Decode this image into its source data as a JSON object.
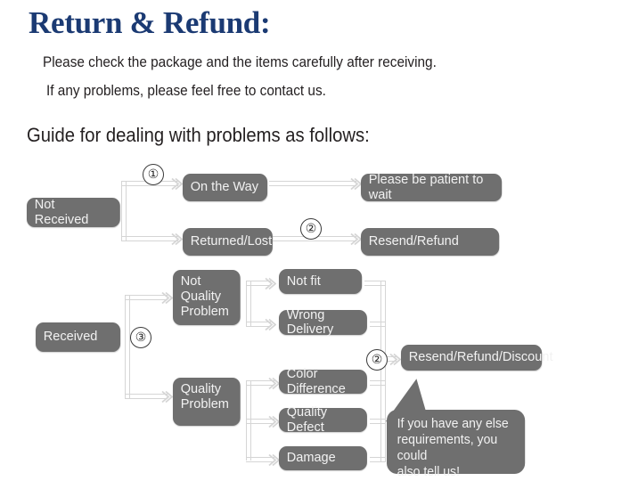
{
  "page": {
    "title": "Return & Refund:",
    "title_color": "#1b3a73",
    "lines": [
      "Please check the package and the items carefully after receiving.",
      "If any problems, please feel free to contact us."
    ],
    "guide_heading": "Guide for dealing with problems as follows:",
    "box_color": "#6f6f6f",
    "box_text_color": "#f2f2f2",
    "connector_color": "#d5d5d5",
    "background": "#ffffff"
  },
  "flow": {
    "roots": {
      "not_received": "Not Received",
      "received": "Received"
    },
    "markers": {
      "m1": "①",
      "m2_top": "②",
      "m3": "③",
      "m2_bottom": "②"
    },
    "nodes": {
      "on_the_way": "On the Way",
      "returned_lost": "Returned/Lost",
      "please_wait": "Please be patient to wait",
      "resend_refund": "Resend/Refund",
      "not_quality_problem": "Not\nQuality\nProblem",
      "quality_problem": "Quality\nProblem",
      "not_fit": "Not fit",
      "wrong_delivery": "Wrong Delivery",
      "color_difference": "Color Difference",
      "quality_defect": "Quality Defect",
      "damage": "Damage",
      "resend_refund_discount": "Resend/Refund/Discount"
    },
    "callout": "If you have any else\nrequirements, you could\nalso tell us!"
  },
  "chart_data": {
    "type": "diagram",
    "title": "Guide for dealing with problems as follows:",
    "branches": [
      {
        "root": "Not Received",
        "step": "①",
        "children": [
          {
            "node": "On the Way",
            "step": "",
            "outcome": "Please be patient to wait"
          },
          {
            "node": "Returned/Lost",
            "step": "②",
            "outcome": "Resend/Refund"
          }
        ]
      },
      {
        "root": "Received",
        "step": "③",
        "children": [
          {
            "node": "Not Quality Problem",
            "leaves": [
              "Not fit",
              "Wrong Delivery"
            ],
            "step": "②",
            "outcome": "Resend/Refund/Discount"
          },
          {
            "node": "Quality Problem",
            "leaves": [
              "Color Difference",
              "Quality Defect",
              "Damage"
            ],
            "step": "②",
            "outcome": "Resend/Refund/Discount"
          }
        ]
      }
    ]
  }
}
